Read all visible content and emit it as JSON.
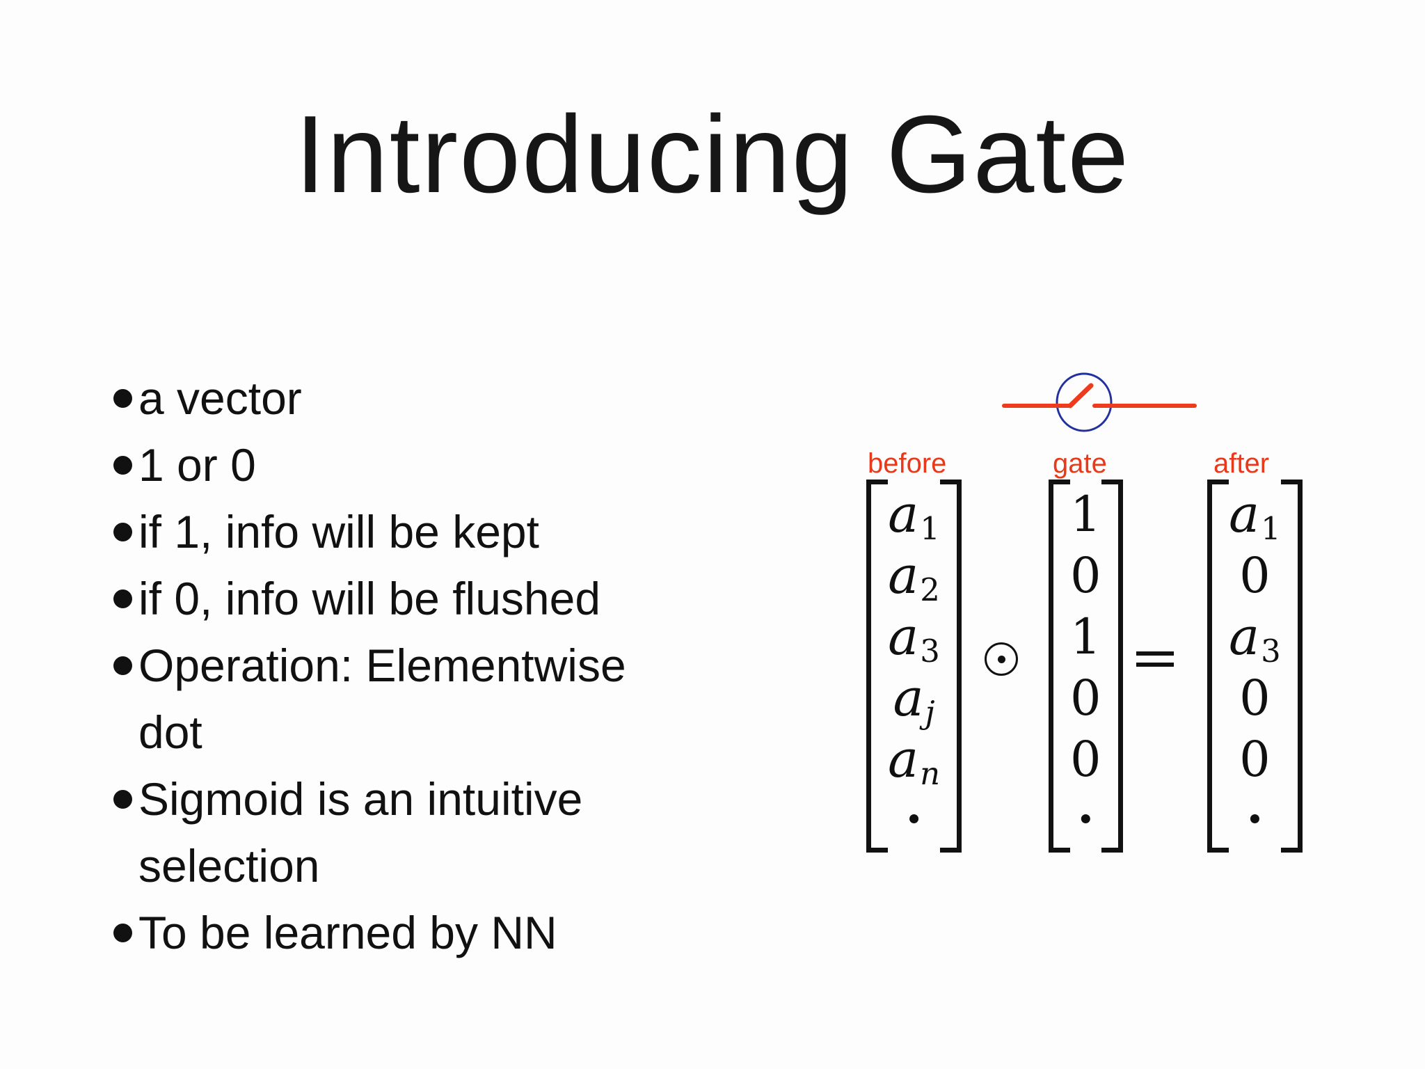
{
  "slide": {
    "title": "Introducing Gate",
    "bullets": [
      "a vector",
      "1 or 0",
      "if 1, info will be kept",
      "if 0, info will be flushed",
      "Operation: Elementwise dot",
      "Sigmoid is an intuitive selection",
      "To be learned by NN"
    ]
  },
  "diagram": {
    "switch_icon": "open-electrical-switch",
    "labels": {
      "before": "before",
      "gate": "gate",
      "after": "after"
    },
    "operators": {
      "elementwise": "⊙",
      "equals": "="
    },
    "vectors": {
      "before": [
        {
          "base": "a",
          "sub": "1"
        },
        {
          "base": "a",
          "sub": "2"
        },
        {
          "base": "a",
          "sub": "3"
        },
        {
          "base": "a",
          "sub": "j"
        },
        {
          "base": "a",
          "sub": "n"
        },
        {
          "base": "·"
        }
      ],
      "gate": [
        {
          "base": "1"
        },
        {
          "base": "0"
        },
        {
          "base": "1"
        },
        {
          "base": "0"
        },
        {
          "base": "0"
        },
        {
          "base": "·"
        }
      ],
      "after": [
        {
          "base": "a",
          "sub": "1"
        },
        {
          "base": "0"
        },
        {
          "base": "a",
          "sub": "3"
        },
        {
          "base": "0"
        },
        {
          "base": "0"
        },
        {
          "base": "·"
        }
      ]
    },
    "colors": {
      "accent_red": "#e9391b",
      "switch_blue": "#22319e",
      "text": "#111111",
      "background": "#fdfdfd"
    }
  }
}
